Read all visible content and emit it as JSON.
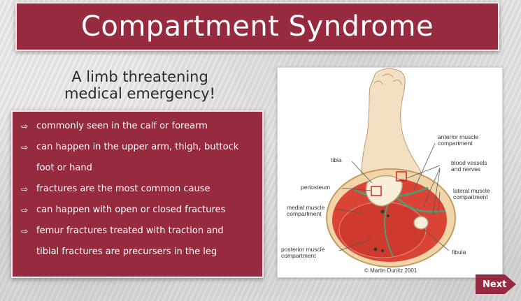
{
  "slide": {
    "title": "Compartment Syndrome",
    "subtitle_line1": "A limb threatening",
    "subtitle_line2": "medical emergency!",
    "bullets": [
      "commonly seen in the calf or forearm",
      "can happen in the upper arm, thigh, buttock",
      "foot or hand",
      "fractures are the most common cause",
      "can happen with open or closed fractures",
      "femur fractures treated with traction and",
      "tibial fractures are precursers in the leg"
    ],
    "arrow_glyph": "⇨"
  },
  "figure": {
    "labels": {
      "anterior": "anterior muscle compartment",
      "anterior_l1": "anterior muscle",
      "anterior_l2": "compartment",
      "tibia": "tibia",
      "vessels_l1": "blood vessels",
      "vessels_l2": "and nerves",
      "periosteum": "periosteum",
      "lateral_l1": "lateral muscle",
      "lateral_l2": "compartment",
      "medial_l1": "medial muscle",
      "medial_l2": "compartment",
      "posterior_l1": "posterior muscle",
      "posterior_l2": "compartment",
      "fibula": "fibula",
      "credit": "© Martin Dunitz 2001"
    }
  },
  "nav": {
    "next_label": "Next"
  },
  "colors": {
    "accent": "#962a3e"
  }
}
